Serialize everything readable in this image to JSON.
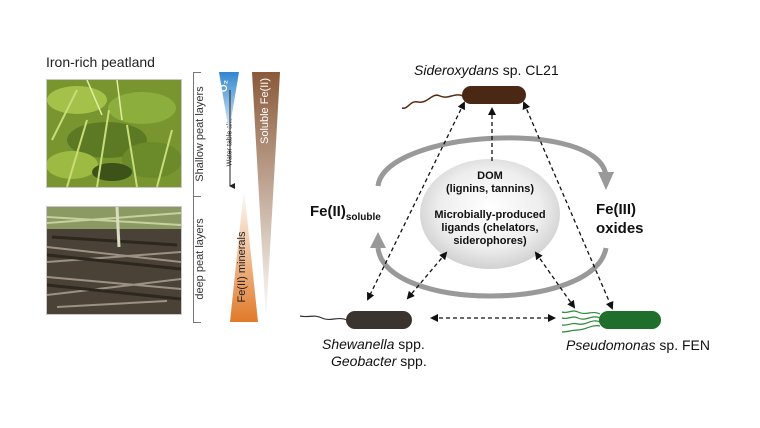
{
  "panel_left": {
    "title": "Iron-rich peatland",
    "layer_shallow": "Shallow peat layers",
    "layer_deep": "deep peat layers",
    "water_table": "Water table alterations",
    "o2_label": "O₂",
    "fe2_minerals": "Fe(II) minerals",
    "soluble_fe2": "Soluble Fe(II)"
  },
  "cycle": {
    "fe2_main": "Fe(II)",
    "fe2_sub": "soluble",
    "fe3_line1": "Fe(III)",
    "fe3_line2": "oxides"
  },
  "center": {
    "dom_line1": "DOM",
    "dom_line2": "(lignins, tannins)",
    "lig_line1": "Microbially-produced",
    "lig_line2": "ligands (chelators,",
    "lig_line3": "siderophores)"
  },
  "organisms": {
    "sideroxydans_italic": "Sideroxydans",
    "sideroxydans_rest": " sp. CL21",
    "shewanella_italic": "Shewanella",
    "shewanella_rest": " spp.",
    "geobacter_italic": "Geobacter",
    "geobacter_rest": " spp.",
    "pseudomonas_italic": "Pseudomonas",
    "pseudomonas_rest": " sp. FEN"
  },
  "colors": {
    "o2_gradient": "#3a8ed0",
    "fe2_minerals_gradient": "#e07a2a",
    "soluble_fe2_gradient": "#8a5a3a",
    "sideroxydans_cell": "#4a2814",
    "shewanella_cell": "#3a3430",
    "pseudomonas_cell": "#1f6e2c",
    "cycle_arrow": "#999999"
  }
}
